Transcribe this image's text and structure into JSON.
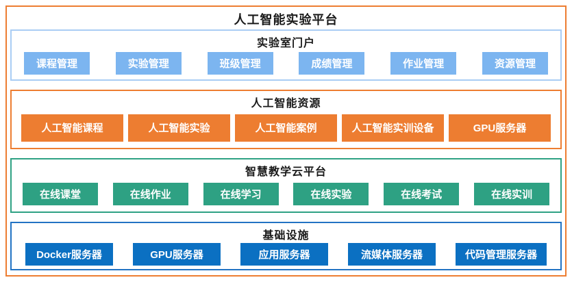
{
  "diagram": {
    "title": "人工智能实验平台",
    "outer_border_color": "#ED7D31",
    "title_color": "#1A1A1A",
    "block_text_color": "#FFFFFF",
    "sections": [
      {
        "title": "实验室门户",
        "border_color": "#A9CDF4",
        "block_color": "#7CB5F0",
        "items": [
          "课程管理",
          "实验管理",
          "班级管理",
          "成绩管理",
          "作业管理",
          "资源管理"
        ]
      },
      {
        "title": "人工智能资源",
        "border_color": "#ED7D31",
        "block_color": "#ED7D31",
        "items": [
          "人工智能课程",
          "人工智能实验",
          "人工智能案例",
          "人工智能实训设备",
          "GPU服务器"
        ]
      },
      {
        "title": "智慧教学云平台",
        "border_color": "#2EA183",
        "block_color": "#2EA183",
        "items": [
          "在线课堂",
          "在线作业",
          "在线学习",
          "在线实验",
          "在线考试",
          "在线实训"
        ]
      },
      {
        "title": "基础设施",
        "border_color": "#2273C3",
        "block_color": "#0B70C2",
        "items": [
          "Docker服务器",
          "GPU服务器",
          "应用服务器",
          "流媒体服务器",
          "代码管理服务器"
        ]
      }
    ]
  }
}
